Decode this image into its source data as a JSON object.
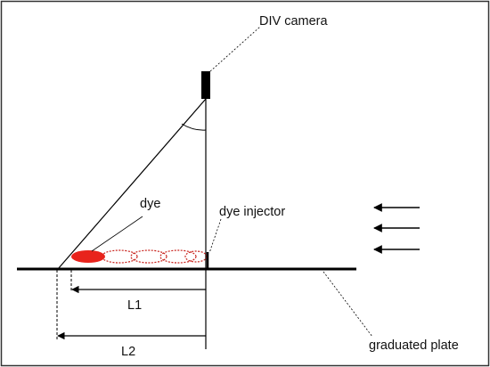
{
  "labels": {
    "camera": "DIV camera",
    "dye": "dye",
    "injector": "dye injector",
    "plate": "graduated plate",
    "l1": "L1",
    "l2": "L2"
  },
  "colors": {
    "dye": "#e8231c",
    "ink": "#000000",
    "frame": "#333333"
  }
}
